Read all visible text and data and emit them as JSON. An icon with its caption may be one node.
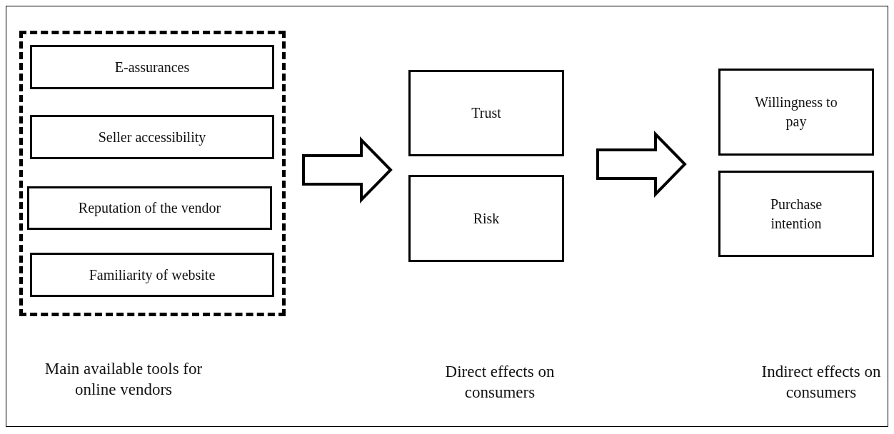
{
  "diagram": {
    "nodes": [
      {
        "text": [],
        "shape": "box"
      },
      {
        "text": [
          "E-assurances"
        ],
        "in": 0
      },
      {
        "text": [
          "Seller accessibility"
        ],
        "in": 0
      },
      {
        "text": [
          "Reputation of the vendor"
        ],
        "in": 0
      },
      {
        "text": [
          "Familiarity of website"
        ],
        "in": 0
      },
      {
        "text": [
          "Trust"
        ]
      },
      {
        "text": [
          "Risk"
        ]
      },
      {
        "text": [
          "Willingness to pay"
        ]
      },
      {
        "text": [
          "Purchase intention"
        ]
      }
    ],
    "edges": [
      {
        "from": 0,
        "to": 5,
        "arrow": "to"
      },
      {
        "from": 0,
        "to": 6,
        "arrow": "to"
      },
      {
        "from": 5,
        "to": 7,
        "arrow": "to"
      },
      {
        "from": 5,
        "to": 8,
        "arrow": "to"
      },
      {
        "from": 6,
        "to": 7,
        "arrow": "to"
      },
      {
        "from": 6,
        "to": 8,
        "arrow": "to"
      }
    ],
    "labels": [
      "Main available tools for online vendors",
      "Direct effects on consumers",
      "Indirect effects on consumers"
    ]
  }
}
